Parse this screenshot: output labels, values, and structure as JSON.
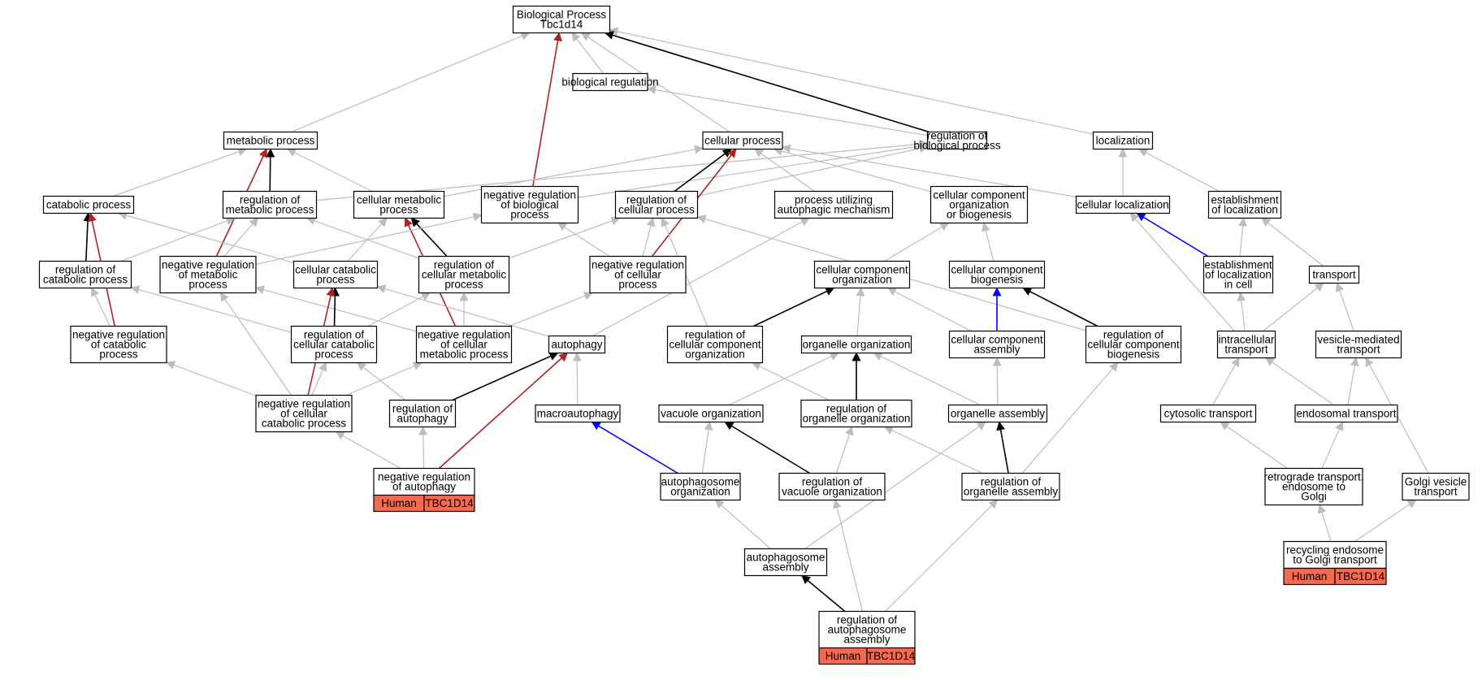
{
  "colors": {
    "is_a": "#bdbdbd",
    "part_of": "#000000",
    "negatively_regulates": "#b22222",
    "regulates_blue": "#0000ff",
    "badge_fill": "#f26a50"
  },
  "nodes": [
    {
      "id": "bp",
      "lines": [
        "Biological Process",
        "Tbc1d14"
      ]
    },
    {
      "id": "bioreg",
      "lines": [
        "biological regulation"
      ]
    },
    {
      "id": "metab",
      "lines": [
        "metabolic process"
      ]
    },
    {
      "id": "regbio",
      "lines": [
        "regulation of",
        "biological process"
      ]
    },
    {
      "id": "cellproc",
      "lines": [
        "cellular process"
      ]
    },
    {
      "id": "local",
      "lines": [
        "localization"
      ]
    },
    {
      "id": "catab",
      "lines": [
        "catabolic process"
      ]
    },
    {
      "id": "regmetab",
      "lines": [
        "regulation of",
        "metabolic process"
      ]
    },
    {
      "id": "cellmetab",
      "lines": [
        "cellular metabolic",
        "process"
      ]
    },
    {
      "id": "negregbio",
      "lines": [
        "negative regulation",
        "of biological",
        "process"
      ]
    },
    {
      "id": "regcell",
      "lines": [
        "regulation of",
        "cellular process"
      ]
    },
    {
      "id": "procauto",
      "lines": [
        "process utilizing",
        "autophagic mechanism"
      ]
    },
    {
      "id": "ccob",
      "lines": [
        "cellular component",
        "organization",
        "or biogenesis"
      ]
    },
    {
      "id": "celloc",
      "lines": [
        "cellular localization"
      ]
    },
    {
      "id": "estloc",
      "lines": [
        "establishment",
        "of localization"
      ]
    },
    {
      "id": "regcatab",
      "lines": [
        "regulation of",
        "catabolic process"
      ]
    },
    {
      "id": "negregmetab",
      "lines": [
        "negative regulation",
        "of metabolic",
        "process"
      ]
    },
    {
      "id": "cellcatab",
      "lines": [
        "cellular catabolic",
        "process"
      ]
    },
    {
      "id": "regcellmetab",
      "lines": [
        "regulation of",
        "cellular metabolic",
        "process"
      ]
    },
    {
      "id": "negregcell",
      "lines": [
        "negative regulation",
        "of cellular",
        "process"
      ]
    },
    {
      "id": "cco",
      "lines": [
        "cellular component",
        "organization"
      ]
    },
    {
      "id": "ccb",
      "lines": [
        "cellular component",
        "biogenesis"
      ]
    },
    {
      "id": "estlocell",
      "lines": [
        "establishment",
        "of localization",
        "in cell"
      ]
    },
    {
      "id": "transport",
      "lines": [
        "transport"
      ]
    },
    {
      "id": "negregcatab",
      "lines": [
        "negative regulation",
        "of catabolic",
        "process"
      ]
    },
    {
      "id": "regcellcatab",
      "lines": [
        "regulation of",
        "cellular catabolic",
        "process"
      ]
    },
    {
      "id": "negregcellmetab",
      "lines": [
        "negative regulation",
        "of cellular",
        "metabolic process"
      ]
    },
    {
      "id": "autophagy",
      "lines": [
        "autophagy"
      ]
    },
    {
      "id": "regcco",
      "lines": [
        "regulation of",
        "cellular component",
        "organization"
      ]
    },
    {
      "id": "orgorg",
      "lines": [
        "organelle organization"
      ]
    },
    {
      "id": "ccassembly",
      "lines": [
        "cellular component",
        "assembly"
      ]
    },
    {
      "id": "regccb",
      "lines": [
        "regulation of",
        "cellular component",
        "biogenesis"
      ]
    },
    {
      "id": "intrac",
      "lines": [
        "intracellular",
        "transport"
      ]
    },
    {
      "id": "vesmed",
      "lines": [
        "vesicle-mediated",
        "transport"
      ]
    },
    {
      "id": "negregcellcatab",
      "lines": [
        "negative regulation",
        "of cellular",
        "catabolic process"
      ]
    },
    {
      "id": "regauto",
      "lines": [
        "regulation of",
        "autophagy"
      ]
    },
    {
      "id": "macroauto",
      "lines": [
        "macroautophagy"
      ]
    },
    {
      "id": "vacorg",
      "lines": [
        "vacuole organization"
      ]
    },
    {
      "id": "regorgorg",
      "lines": [
        "regulation of",
        "organelle organization"
      ]
    },
    {
      "id": "orgassembly",
      "lines": [
        "organelle assembly"
      ]
    },
    {
      "id": "cytotrans",
      "lines": [
        "cytosolic transport"
      ]
    },
    {
      "id": "endotrans",
      "lines": [
        "endosomal transport"
      ]
    },
    {
      "id": "negregauto",
      "lines": [
        "negative regulation",
        "of autophagy"
      ],
      "badge": [
        "Human",
        "TBC1D14"
      ]
    },
    {
      "id": "autophagosomeorg",
      "lines": [
        "autophagosome",
        "organization"
      ]
    },
    {
      "id": "regvacorg",
      "lines": [
        "regulation of",
        "vacuole organization"
      ]
    },
    {
      "id": "regorgassembly",
      "lines": [
        "regulation of",
        "organelle assembly"
      ]
    },
    {
      "id": "retrograde",
      "lines": [
        "retrograde transport,",
        "endosome to",
        "Golgi"
      ]
    },
    {
      "id": "golgives",
      "lines": [
        "Golgi vesicle",
        "transport"
      ]
    },
    {
      "id": "autophagosomeassembly",
      "lines": [
        "autophagosome",
        "assembly"
      ]
    },
    {
      "id": "recycling",
      "lines": [
        "recycling endosome",
        "to Golgi transport"
      ],
      "badge": [
        "Human",
        "TBC1D14"
      ]
    },
    {
      "id": "regautophagosomeassembly",
      "lines": [
        "regulation of",
        "autophagosome",
        "assembly"
      ],
      "badge": [
        "Human",
        "TBC1D14"
      ]
    }
  ],
  "edges": [
    {
      "from": "bioreg",
      "to": "bp",
      "type": "is_a"
    },
    {
      "from": "metab",
      "to": "bp",
      "type": "is_a"
    },
    {
      "from": "cellproc",
      "to": "bp",
      "type": "is_a"
    },
    {
      "from": "local",
      "to": "bp",
      "type": "is_a"
    },
    {
      "from": "regbio",
      "to": "bp",
      "type": "part_of"
    },
    {
      "from": "negregbio",
      "to": "bp",
      "type": "negatively_regulates"
    },
    {
      "from": "regbio",
      "to": "bioreg",
      "type": "is_a"
    },
    {
      "from": "catab",
      "to": "metab",
      "type": "is_a"
    },
    {
      "from": "regmetab",
      "to": "metab",
      "type": "part_of"
    },
    {
      "from": "cellmetab",
      "to": "metab",
      "type": "is_a"
    },
    {
      "from": "negregmetab",
      "to": "metab",
      "type": "negatively_regulates"
    },
    {
      "from": "regmetab",
      "to": "regbio",
      "type": "is_a"
    },
    {
      "from": "negregbio",
      "to": "regbio",
      "type": "is_a"
    },
    {
      "from": "regcell",
      "to": "regbio",
      "type": "is_a"
    },
    {
      "from": "cellmetab",
      "to": "cellproc",
      "type": "is_a"
    },
    {
      "from": "regcell",
      "to": "cellproc",
      "type": "part_of"
    },
    {
      "from": "negregcell",
      "to": "cellproc",
      "type": "negatively_regulates"
    },
    {
      "from": "procauto",
      "to": "cellproc",
      "type": "is_a"
    },
    {
      "from": "ccob",
      "to": "cellproc",
      "type": "is_a"
    },
    {
      "from": "celloc",
      "to": "cellproc",
      "type": "is_a"
    },
    {
      "from": "celloc",
      "to": "local",
      "type": "is_a"
    },
    {
      "from": "estloc",
      "to": "local",
      "type": "is_a"
    },
    {
      "from": "regcatab",
      "to": "catab",
      "type": "part_of"
    },
    {
      "from": "negregcatab",
      "to": "catab",
      "type": "negatively_regulates"
    },
    {
      "from": "cellcatab",
      "to": "catab",
      "type": "is_a"
    },
    {
      "from": "regcatab",
      "to": "regmetab",
      "type": "is_a"
    },
    {
      "from": "negregmetab",
      "to": "regmetab",
      "type": "is_a"
    },
    {
      "from": "regcellmetab",
      "to": "regmetab",
      "type": "is_a"
    },
    {
      "from": "cellcatab",
      "to": "cellmetab",
      "type": "is_a"
    },
    {
      "from": "regcellmetab",
      "to": "cellmetab",
      "type": "part_of"
    },
    {
      "from": "negregcellmetab",
      "to": "cellmetab",
      "type": "negatively_regulates"
    },
    {
      "from": "negregmetab",
      "to": "negregbio",
      "type": "is_a"
    },
    {
      "from": "negregcell",
      "to": "negregbio",
      "type": "is_a"
    },
    {
      "from": "regcellmetab",
      "to": "regcell",
      "type": "is_a"
    },
    {
      "from": "negregcell",
      "to": "regcell",
      "type": "is_a"
    },
    {
      "from": "regcco",
      "to": "regcell",
      "type": "is_a"
    },
    {
      "from": "regccb",
      "to": "regcell",
      "type": "is_a"
    },
    {
      "from": "autophagy",
      "to": "procauto",
      "type": "is_a"
    },
    {
      "from": "cco",
      "to": "ccob",
      "type": "is_a"
    },
    {
      "from": "ccb",
      "to": "ccob",
      "type": "is_a"
    },
    {
      "from": "estlocell",
      "to": "celloc",
      "type": "regulates_blue"
    },
    {
      "from": "intrac",
      "to": "celloc",
      "type": "is_a"
    },
    {
      "from": "estlocell",
      "to": "estloc",
      "type": "is_a"
    },
    {
      "from": "transport",
      "to": "estloc",
      "type": "is_a"
    },
    {
      "from": "negregcatab",
      "to": "regcatab",
      "type": "is_a"
    },
    {
      "from": "regcellcatab",
      "to": "regcatab",
      "type": "is_a"
    },
    {
      "from": "negregcellmetab",
      "to": "negregmetab",
      "type": "is_a"
    },
    {
      "from": "negregcellcatab",
      "to": "negregmetab",
      "type": "is_a"
    },
    {
      "from": "regcellcatab",
      "to": "cellcatab",
      "type": "part_of"
    },
    {
      "from": "negregcellcatab",
      "to": "cellcatab",
      "type": "negatively_regulates"
    },
    {
      "from": "autophagy",
      "to": "cellcatab",
      "type": "is_a"
    },
    {
      "from": "regcellcatab",
      "to": "regcellmetab",
      "type": "is_a"
    },
    {
      "from": "negregcellmetab",
      "to": "regcellmetab",
      "type": "is_a"
    },
    {
      "from": "negregcellmetab",
      "to": "negregcell",
      "type": "is_a"
    },
    {
      "from": "regcco",
      "to": "cco",
      "type": "part_of"
    },
    {
      "from": "orgorg",
      "to": "cco",
      "type": "is_a"
    },
    {
      "from": "ccassembly",
      "to": "cco",
      "type": "is_a"
    },
    {
      "from": "ccassembly",
      "to": "ccb",
      "type": "regulates_blue"
    },
    {
      "from": "regccb",
      "to": "ccb",
      "type": "part_of"
    },
    {
      "from": "intrac",
      "to": "estlocell",
      "type": "is_a"
    },
    {
      "from": "intrac",
      "to": "transport",
      "type": "is_a"
    },
    {
      "from": "vesmed",
      "to": "transport",
      "type": "is_a"
    },
    {
      "from": "negregcellcatab",
      "to": "negregcatab",
      "type": "is_a"
    },
    {
      "from": "negregcellcatab",
      "to": "regcellcatab",
      "type": "is_a"
    },
    {
      "from": "regauto",
      "to": "regcellcatab",
      "type": "is_a"
    },
    {
      "from": "negregcellcatab",
      "to": "negregcellmetab",
      "type": "is_a"
    },
    {
      "from": "regauto",
      "to": "autophagy",
      "type": "part_of"
    },
    {
      "from": "macroauto",
      "to": "autophagy",
      "type": "is_a"
    },
    {
      "from": "negregauto",
      "to": "autophagy",
      "type": "negatively_regulates"
    },
    {
      "from": "regorgorg",
      "to": "regcco",
      "type": "is_a"
    },
    {
      "from": "vacorg",
      "to": "orgorg",
      "type": "is_a"
    },
    {
      "from": "regorgorg",
      "to": "orgorg",
      "type": "part_of"
    },
    {
      "from": "orgassembly",
      "to": "orgorg",
      "type": "is_a"
    },
    {
      "from": "orgassembly",
      "to": "ccassembly",
      "type": "is_a"
    },
    {
      "from": "regorgassembly",
      "to": "regccb",
      "type": "is_a"
    },
    {
      "from": "cytotrans",
      "to": "intrac",
      "type": "is_a"
    },
    {
      "from": "endotrans",
      "to": "intrac",
      "type": "is_a"
    },
    {
      "from": "endotrans",
      "to": "vesmed",
      "type": "is_a"
    },
    {
      "from": "golgives",
      "to": "vesmed",
      "type": "is_a"
    },
    {
      "from": "negregauto",
      "to": "negregcellcatab",
      "type": "is_a"
    },
    {
      "from": "negregauto",
      "to": "regauto",
      "type": "is_a"
    },
    {
      "from": "autophagosomeorg",
      "to": "macroauto",
      "type": "regulates_blue"
    },
    {
      "from": "autophagosomeorg",
      "to": "vacorg",
      "type": "is_a"
    },
    {
      "from": "regvacorg",
      "to": "vacorg",
      "type": "part_of"
    },
    {
      "from": "regvacorg",
      "to": "regorgorg",
      "type": "is_a"
    },
    {
      "from": "regorgassembly",
      "to": "regorgorg",
      "type": "is_a"
    },
    {
      "from": "regorgassembly",
      "to": "orgassembly",
      "type": "part_of"
    },
    {
      "from": "autophagosomeassembly",
      "to": "orgassembly",
      "type": "is_a"
    },
    {
      "from": "retrograde",
      "to": "cytotrans",
      "type": "is_a"
    },
    {
      "from": "retrograde",
      "to": "endotrans",
      "type": "is_a"
    },
    {
      "from": "autophagosomeassembly",
      "to": "autophagosomeorg",
      "type": "is_a"
    },
    {
      "from": "regautophagosomeassembly",
      "to": "autophagosomeassembly",
      "type": "part_of"
    },
    {
      "from": "regautophagosomeassembly",
      "to": "regvacorg",
      "type": "is_a"
    },
    {
      "from": "regautophagosomeassembly",
      "to": "regorgassembly",
      "type": "is_a"
    },
    {
      "from": "recycling",
      "to": "retrograde",
      "type": "is_a"
    },
    {
      "from": "recycling",
      "to": "golgives",
      "type": "is_a"
    }
  ]
}
